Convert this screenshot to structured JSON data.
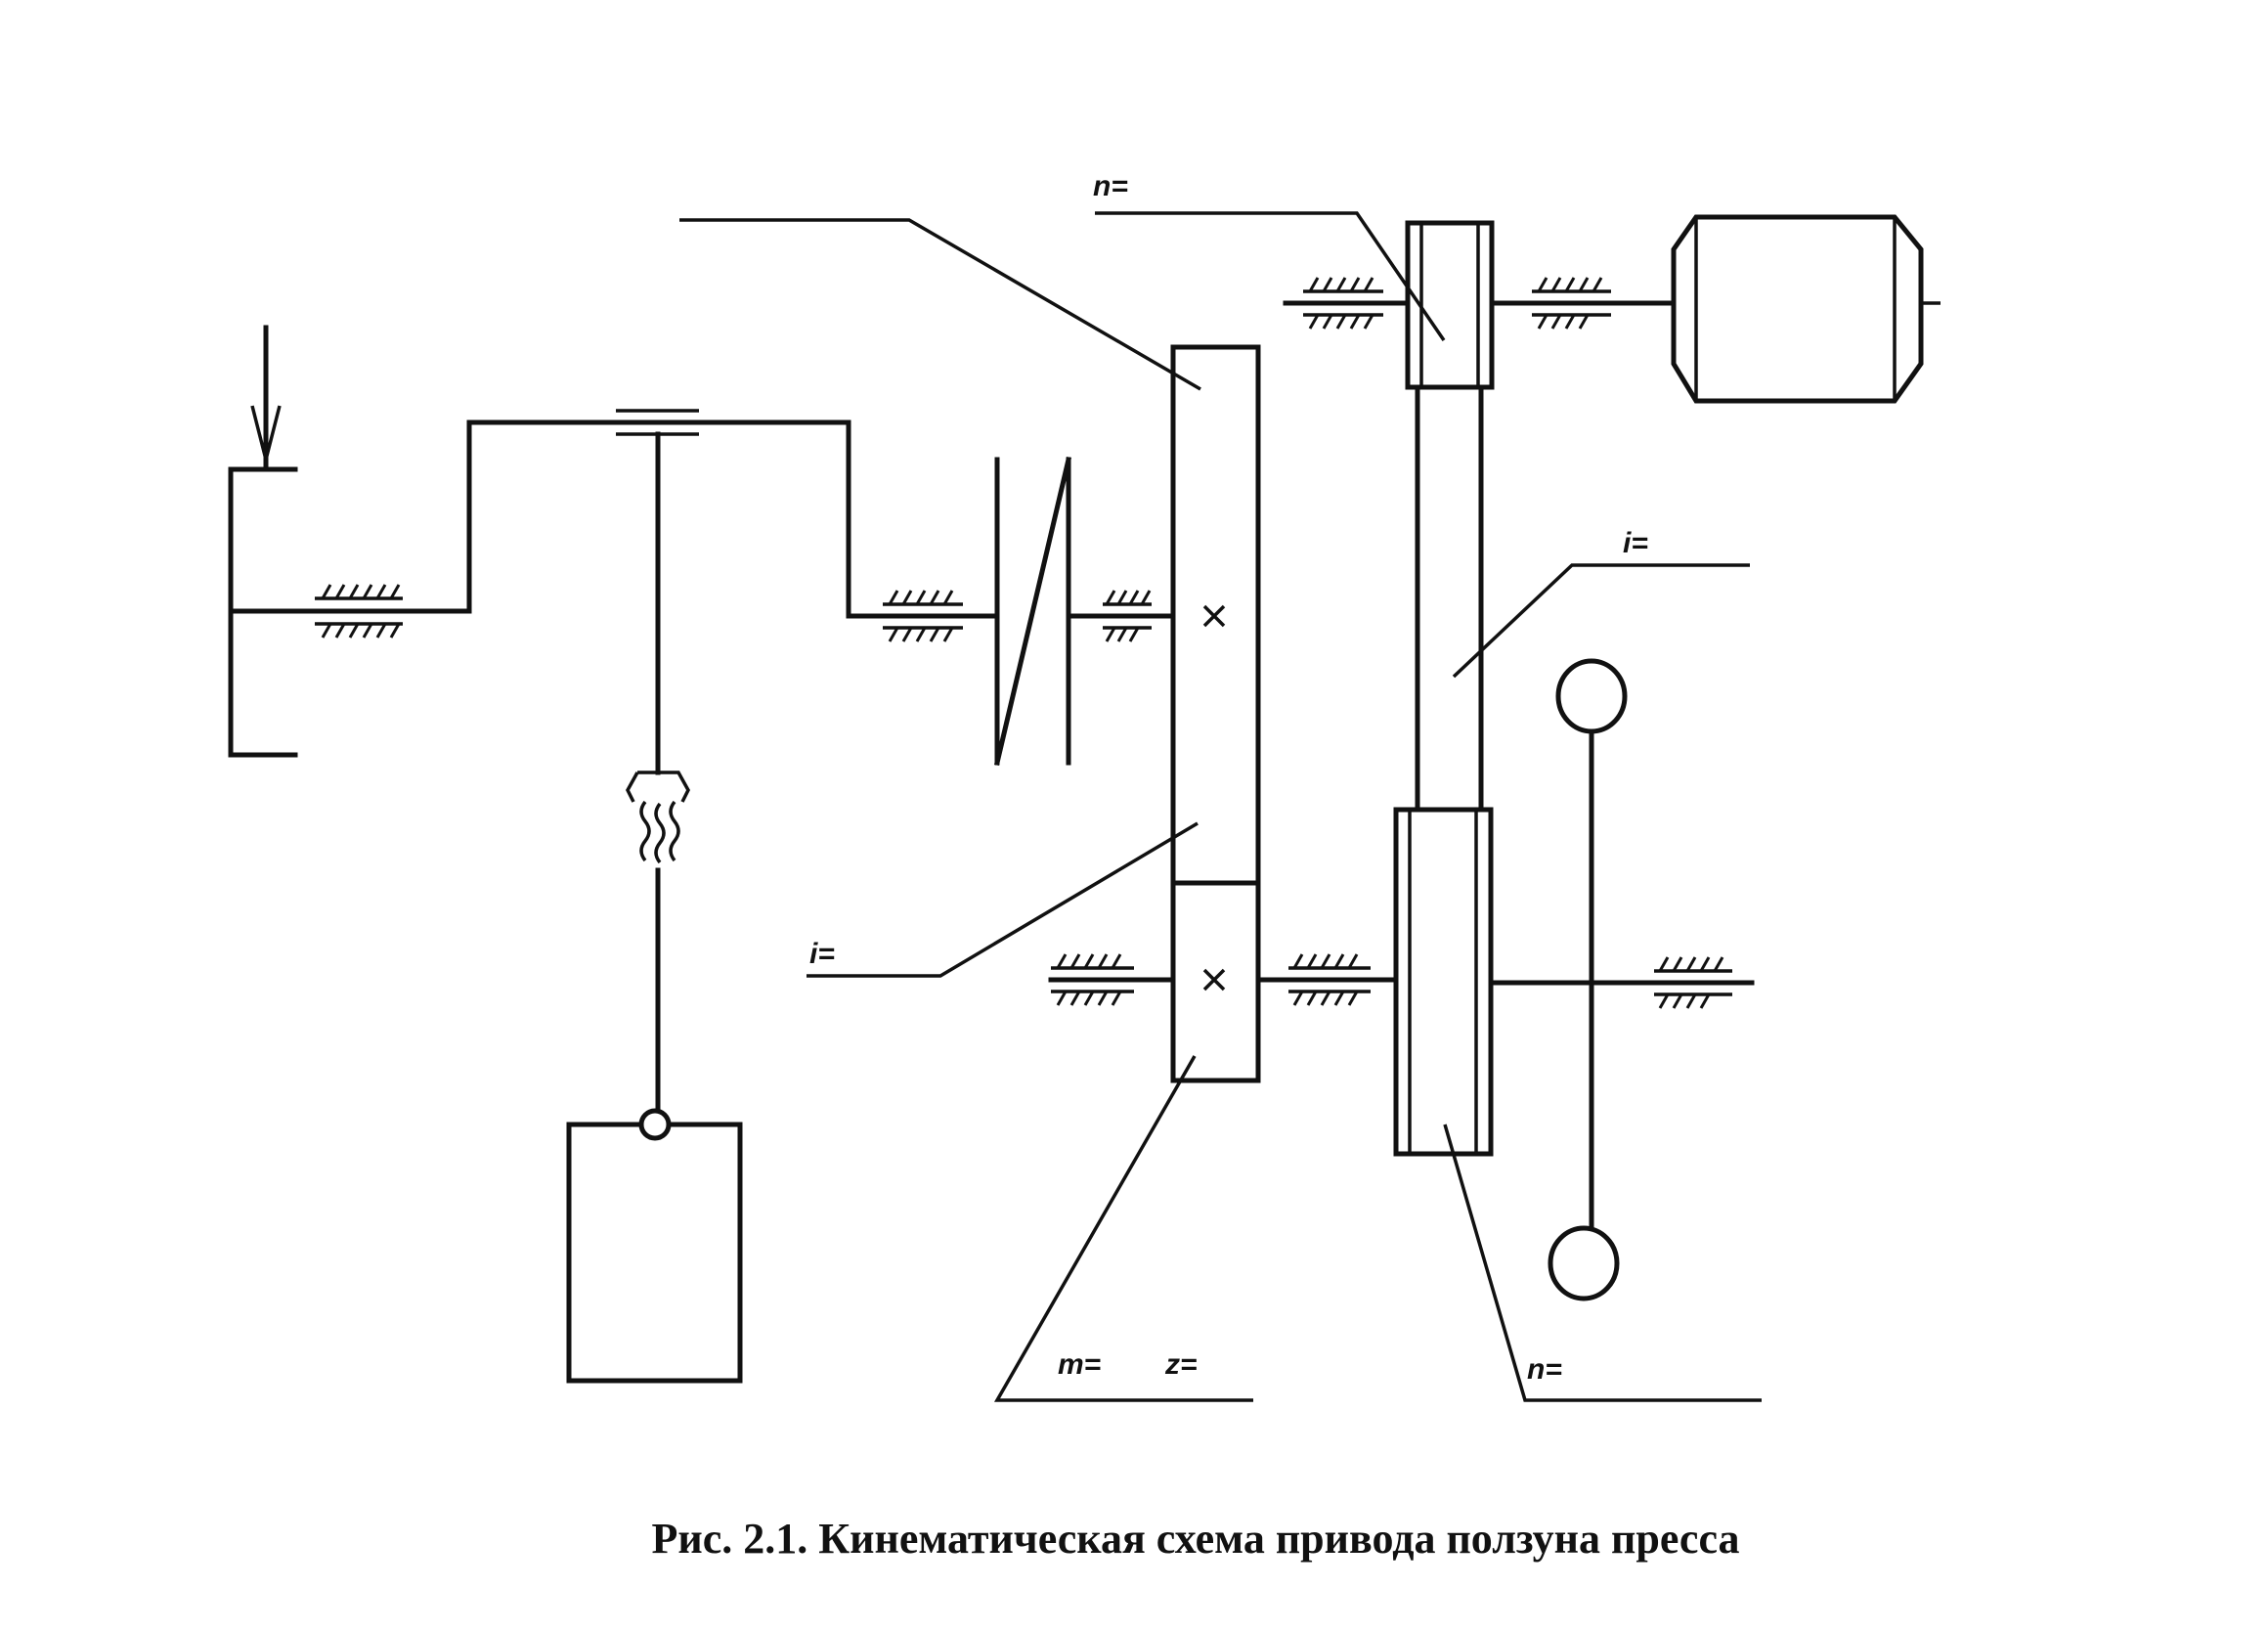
{
  "figure": {
    "caption": "Рис. 2.1. Кинематическая схема привода ползуна пресса"
  },
  "labels": {
    "motor_pulley_speed": "n=",
    "belt_ratio": "i=",
    "gear_ratio": "i=",
    "gear_module": "m=",
    "gear_teeth": "z=",
    "driven_pulley_speed": "n="
  }
}
